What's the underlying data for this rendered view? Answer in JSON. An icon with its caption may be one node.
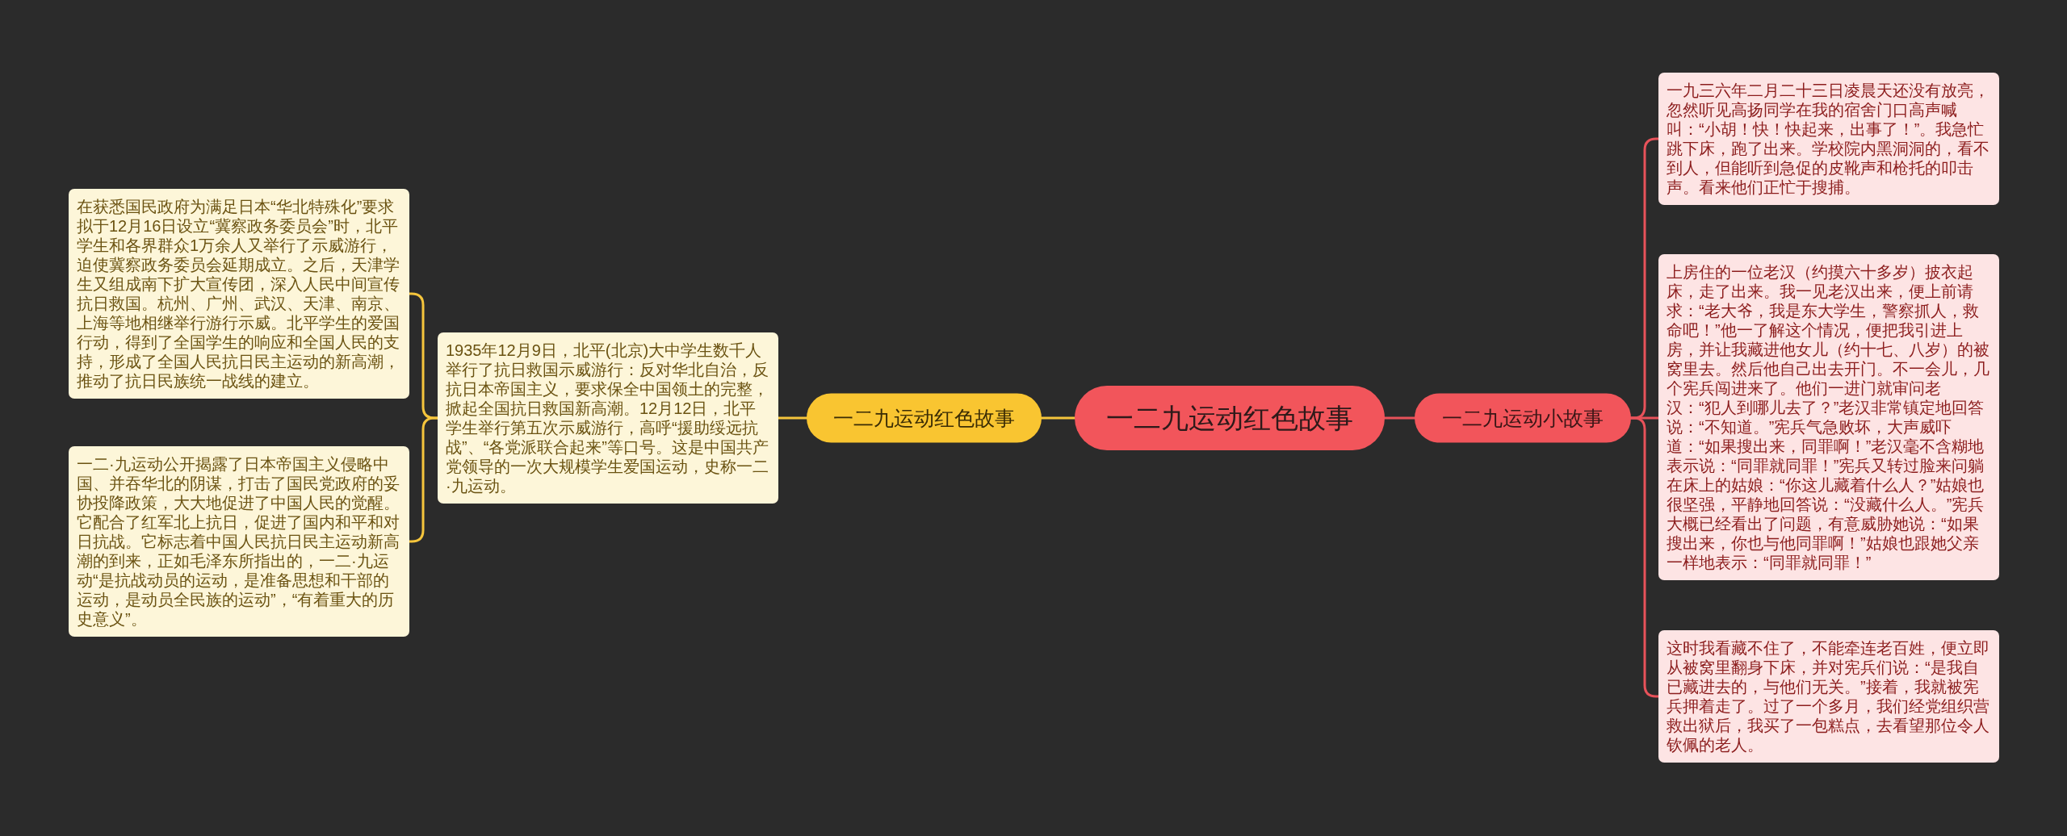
{
  "diagram": {
    "nodes": [
      {
        "text": [
          "一二九运动红色故事"
        ]
      },
      {
        "text": [
          "一二九运动红色故事"
        ]
      },
      {
        "text": [
          "1935年12月9日，北平(北京)大中学生数千人举行了抗日救国示威游行：反对华北自治，反抗日本帝国主义，要求保全中国领土的完整，掀起全国抗日救国新高潮。12月12日，北平学生举行第五次示威游行，高呼“援助绥远抗战”、“各党派联合起来”等口号。这是中国共产党领导的一次大规模学生爱国运动，史称一二·九运动。"
        ]
      },
      {
        "text": [
          "在获悉国民政府为满足日本“华北特殊化”要求拟于12月16日设立“冀察政务委员会”时，北平学生和各界群众1万余人又举行了示威游行，迫使冀察政务委员会延期成立。之后，天津学生又组成南下扩大宣传团，深入人民中间宣传抗日救国。杭州、广州、武汉、天津、南京、上海等地相继举行游行示威。北平学生的爱国行动，得到了全国学生的响应和全国人民的支持，形成了全国人民抗日民主运动的新高潮，推动了抗日民族统一战线的建立。"
        ]
      },
      {
        "text": [
          "一二·九运动公开揭露了日本帝国主义侵略中国、并吞华北的阴谋，打击了国民党政府的妥协投降政策，大大地促进了中国人民的觉醒。它配合了红军北上抗日，促进了国内和平和对日抗战。它标志着中国人民抗日民主运动新高潮的到来，正如毛泽东所指出的，一二·九运动“是抗战动员的运动，是准备思想和干部的运动，是动员全民族的运动”，“有着重大的历史意义”。"
        ]
      },
      {
        "text": [
          "一二九运动小故事"
        ]
      },
      {
        "text": [
          "一九三六年二月二十三日凌晨天还没有放亮，忽然听见高扬同学在我的宿舍门口高声喊叫：“小胡！快！快起来，出事了！”。我急忙跳下床，跑了出来。学校院内黑洞洞的，看不到人，但能听到急促的皮靴声和枪托的叩击声。看来他们正忙于搜捕。"
        ]
      },
      {
        "text": [
          "上房住的一位老汉（约摸六十多岁）披衣起床，走了出来。我一见老汉出来，便上前请求：“老大爷，我是东大学生，警察抓人，救命吧！”他一了解这个情况，便把我引进上房，并让我藏进他女儿（约十七、八岁）的被窝里去。然后他自己出去开门。不一会儿，几个宪兵闯进来了。他们一进门就审问老汉：“犯人到哪儿去了？”老汉非常镇定地回答说：“不知道。”宪兵气急败坏，大声威吓道：“如果搜出来，同罪啊！”老汉毫不含糊地表示说：“同罪就同罪！”宪兵又转过脸来问躺在床上的姑娘：“你这儿藏着什么人？”姑娘也很坚强，平静地回答说：“没藏什么人。”宪兵大概已经看出了问题，有意威胁她说：“如果搜出来，你也与他同罪啊！”姑娘也跟她父亲一样地表示：“同罪就同罪！”"
        ]
      },
      {
        "text": [
          "这时我看藏不住了，不能牵连老百姓，便立即从被窝里翻身下床，并对宪兵们说：“是我自已藏进去的，与他们无关。”接着，我就被宪兵押着走了。过了一个多月，我们经党组织营救出狱后，我买了一包糕点，去看望那位令人钦佩的老人。"
        ]
      }
    ],
    "edges": [
      {
        "from": 0,
        "to": 1,
        "arrow": "none",
        "color": "#f5c53c"
      },
      {
        "from": 1,
        "to": 2,
        "arrow": "none",
        "color": "#f5c53c"
      },
      {
        "from": 2,
        "to": 3,
        "arrow": "none",
        "color": "#f5c53c"
      },
      {
        "from": 2,
        "to": 4,
        "arrow": "none",
        "color": "#f5c53c"
      },
      {
        "from": 0,
        "to": 5,
        "arrow": "none",
        "color": "#e8525a"
      },
      {
        "from": 5,
        "to": 6,
        "arrow": "none",
        "color": "#e8525a"
      },
      {
        "from": 5,
        "to": 7,
        "arrow": "none",
        "color": "#e8525a"
      },
      {
        "from": 5,
        "to": 8,
        "arrow": "none",
        "color": "#e8525a"
      }
    ]
  }
}
